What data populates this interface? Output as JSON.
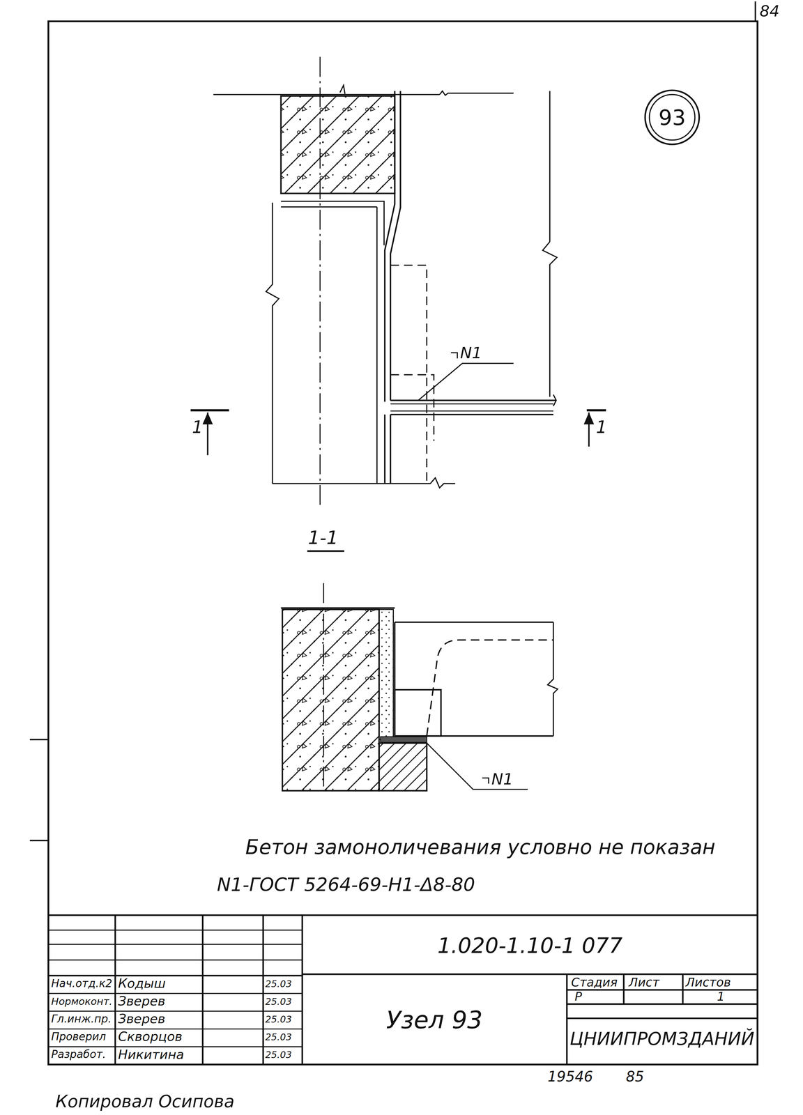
{
  "diagram": {
    "nodes": [
      {
        "text": [
          "93"
        ]
      }
    ],
    "labels": [
      "84",
      "1",
      "1",
      "N1",
      "1-1",
      "N1",
      "Бетон замоноличевания условно не показан",
      "N1-ГОСТ 5264-69-Н1-Δ8-80",
      "1.020-1.10-1 077",
      "Стадия",
      "Лист",
      "Листов",
      "Р",
      "1",
      "ЦНИИПРОМЗДАНИЙ",
      "Узел 93",
      "Нач.отд.к2",
      "Кодыш",
      "25.03",
      "Нормоконт.",
      "Зверев",
      "25.03",
      "Гл.инж.пр.",
      "Зверев",
      "25.03",
      "Проверил",
      "Скворцов",
      "25.03",
      "Разработ.",
      "Никитина",
      "25.03",
      "19546",
      "85",
      "Копировал Осипова"
    ]
  }
}
